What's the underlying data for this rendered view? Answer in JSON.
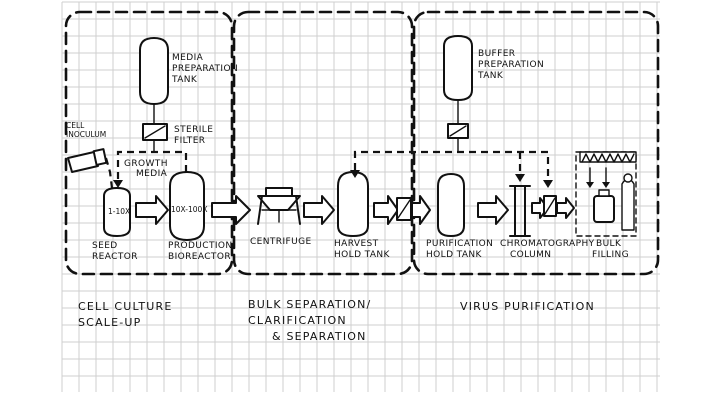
{
  "stages": [
    {
      "id": "cell-culture",
      "label_lines": [
        "CELL CULTURE",
        "SCALE-UP"
      ]
    },
    {
      "id": "bulk-separation",
      "label_lines": [
        "BULK SEPARATION/",
        "CLARIFICATION",
        "& SEPARATION"
      ]
    },
    {
      "id": "virus-purification",
      "label_lines": [
        "VIRUS PURIFICATION"
      ]
    }
  ],
  "equipment": {
    "media_tank": [
      "MEDIA",
      "PREPARATION",
      "TANK"
    ],
    "sterile_filter": [
      "STERILE",
      "FILTER"
    ],
    "cell_inoculum": [
      "CELL",
      "INOCULUM"
    ],
    "growth_media": [
      "GROWTH",
      "MEDIA"
    ],
    "seed_reactor": {
      "inner": "1-10X",
      "label": [
        "SEED",
        "REACTOR"
      ]
    },
    "production_bioreactor": {
      "inner": "10X-100X",
      "label": [
        "PRODUCTION",
        "BIOREACTOR"
      ]
    },
    "centrifuge": [
      "CENTRIFUGE"
    ],
    "harvest_tank": [
      "HARVEST",
      "HOLD TANK"
    ],
    "buffer_tank": [
      "BUFFER",
      "PREPARATION",
      "TANK"
    ],
    "purification_tank": [
      "PURIFICATION",
      "HOLD TANK"
    ],
    "chromatography": [
      "CHROMATOGRAPHY",
      "COLUMN"
    ],
    "bulk_filling": [
      "BULK",
      "FILLING"
    ]
  }
}
